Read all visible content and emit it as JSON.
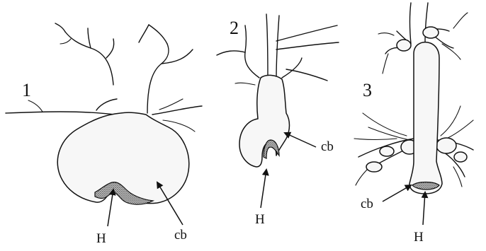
{
  "panels": [
    {
      "number": "1",
      "labels": {
        "hinge": "H",
        "body": "cb"
      }
    },
    {
      "number": "2",
      "labels": {
        "hinge": "H",
        "body": "cb"
      }
    },
    {
      "number": "3",
      "labels": {
        "hinge": "H",
        "body": "cb"
      }
    }
  ],
  "colors": {
    "ink": "#111111",
    "paper": "#ffffff",
    "stipple": "#555555"
  }
}
